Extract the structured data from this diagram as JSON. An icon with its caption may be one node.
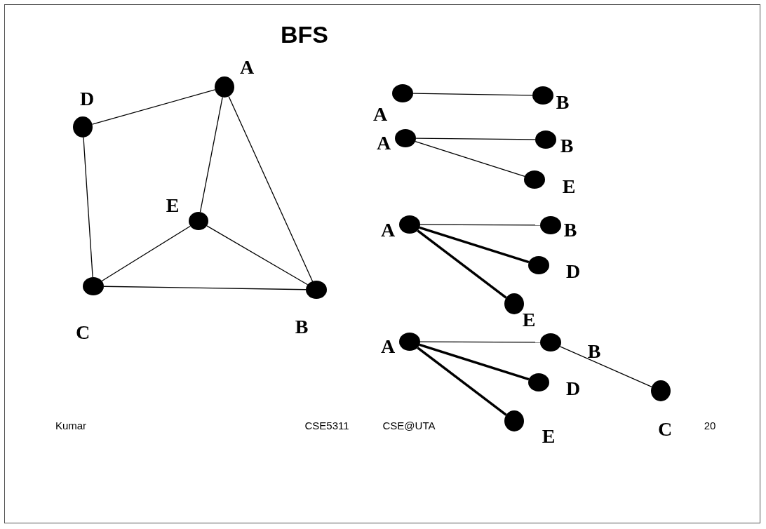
{
  "diagram": {
    "title": "BFS",
    "nodes": [
      {
        "text": [],
        "shape": "circle",
        "beside": [
          "A"
        ]
      },
      {
        "text": [],
        "shape": "circle",
        "beside": [
          "D"
        ]
      },
      {
        "text": [],
        "shape": "circle",
        "beside": [
          "E"
        ]
      },
      {
        "text": [],
        "shape": "circle",
        "beside": [
          "C"
        ]
      },
      {
        "text": [],
        "shape": "circle",
        "beside": [
          "B"
        ]
      },
      {
        "text": [],
        "shape": "circle",
        "beside": [
          "A"
        ]
      },
      {
        "text": [],
        "shape": "circle",
        "beside": [
          "B"
        ]
      },
      {
        "text": [],
        "shape": "circle",
        "beside": [
          "A"
        ]
      },
      {
        "text": [],
        "shape": "circle",
        "beside": [
          "B"
        ]
      },
      {
        "text": [],
        "shape": "circle",
        "beside": [
          "E"
        ]
      },
      {
        "text": [],
        "shape": "circle",
        "beside": [
          "A"
        ]
      },
      {
        "text": [],
        "shape": "circle",
        "beside": [
          "B"
        ]
      },
      {
        "text": [],
        "shape": "circle",
        "beside": [
          "D"
        ]
      },
      {
        "text": [],
        "shape": "circle",
        "beside": [
          "E"
        ]
      },
      {
        "text": [],
        "shape": "circle",
        "beside": [
          "A"
        ]
      },
      {
        "text": [],
        "shape": "circle",
        "beside": [
          "B"
        ]
      },
      {
        "text": [],
        "shape": "circle",
        "beside": [
          "D"
        ]
      },
      {
        "text": [],
        "shape": "circle",
        "beside": [
          "C"
        ]
      },
      {
        "text": [],
        "shape": "circle",
        "beside": [
          "E"
        ]
      }
    ],
    "edges": [
      {
        "from": 1,
        "to": 0,
        "arrow": "none"
      },
      {
        "from": 0,
        "to": 2,
        "arrow": "none"
      },
      {
        "from": 0,
        "to": 4,
        "arrow": "none"
      },
      {
        "from": 1,
        "to": 3,
        "arrow": "none"
      },
      {
        "from": 2,
        "to": 3,
        "arrow": "none"
      },
      {
        "from": 2,
        "to": 4,
        "arrow": "none"
      },
      {
        "from": 3,
        "to": 4,
        "arrow": "none"
      },
      {
        "from": 5,
        "to": 6,
        "arrow": "none"
      },
      {
        "from": 7,
        "to": 8,
        "arrow": "none"
      },
      {
        "from": 7,
        "to": 9,
        "arrow": "none"
      },
      {
        "from": 10,
        "to": 11,
        "arrow": "none"
      },
      {
        "from": 10,
        "to": 12,
        "arrow": "none",
        "style": "thick"
      },
      {
        "from": 10,
        "to": 13,
        "arrow": "none",
        "style": "thick"
      },
      {
        "from": 14,
        "to": 15,
        "arrow": "none"
      },
      {
        "from": 14,
        "to": 16,
        "arrow": "none",
        "style": "thick"
      },
      {
        "from": 14,
        "to": 18,
        "arrow": "none",
        "style": "thick"
      },
      {
        "from": 15,
        "to": 17,
        "arrow": "none"
      }
    ],
    "labels": [
      "Kumar",
      "CSE5311",
      "CSE@UTA",
      "20"
    ]
  }
}
